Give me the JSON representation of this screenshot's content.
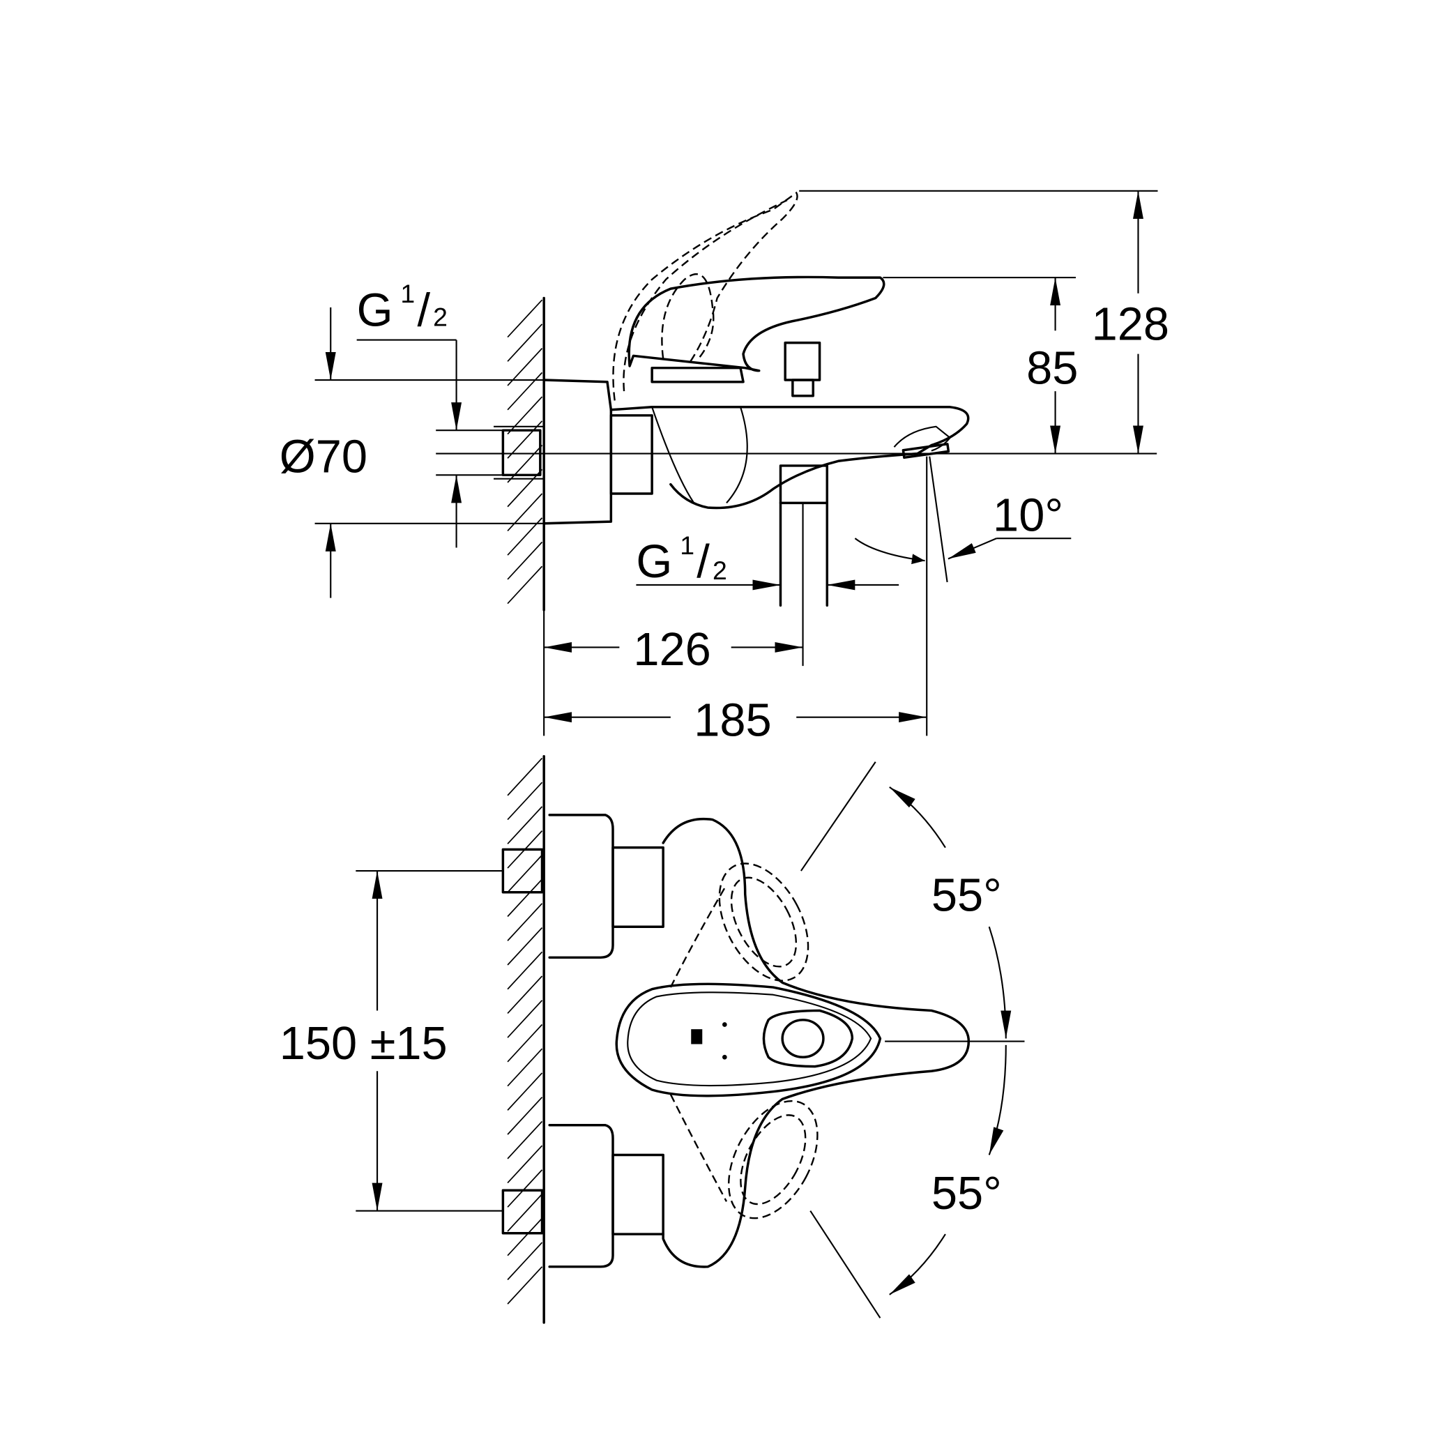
{
  "title": "Wall-mounted bath mixer dimension drawing",
  "side_view": {
    "inlet_thread": {
      "letter": "G",
      "num": "1",
      "slash": "/",
      "den": "2"
    },
    "diameter_label": "Ø70",
    "height_total": "128",
    "height_spout": "85",
    "spout_angle": "10°",
    "outlet_thread": {
      "letter": "G",
      "num": "1",
      "slash": "/",
      "den": "2"
    },
    "depth_outlet": "126",
    "depth_total": "185"
  },
  "top_view": {
    "inlet_spacing": "150 ±15",
    "lever_angle_up": "55°",
    "lever_angle_down": "55°"
  }
}
